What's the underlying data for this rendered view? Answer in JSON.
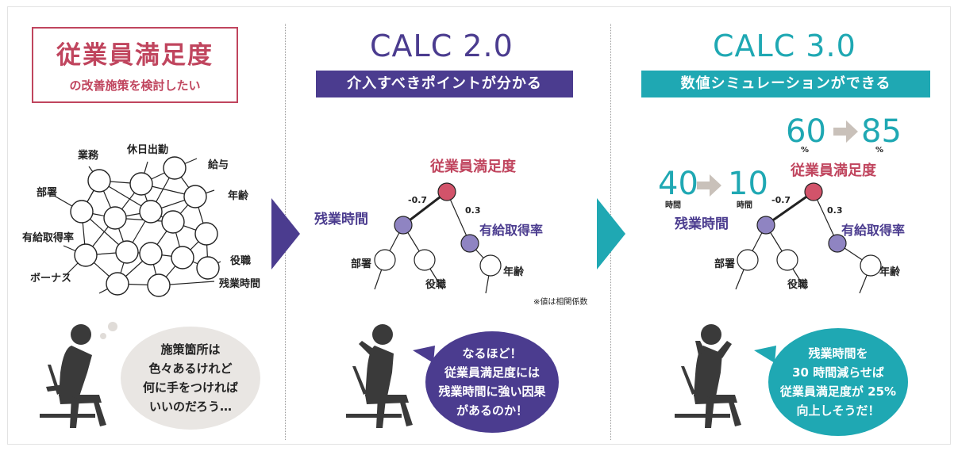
{
  "panel1": {
    "title_big": "従業員満足度",
    "title_small": "の改善施策を検討したい",
    "network_labels": {
      "gyomu": "業務",
      "kyujitsu": "休日出勤",
      "kyuyo": "給与",
      "busho": "部署",
      "nenrei": "年齢",
      "yukyu": "有給取得率",
      "yakushoku": "役職",
      "bonus": "ボーナス",
      "zangyo": "残業時間"
    },
    "bubble_lines": [
      "施策箇所は",
      "色々あるけれど",
      "何に手をつければ",
      "いいのだろう…"
    ]
  },
  "panel2": {
    "title": "CALC 2.0",
    "banner": "介入すべきポイントが分かる",
    "labels": {
      "satisfaction": "従業員満足度",
      "zangyo": "残業時間",
      "yukyu": "有給取得率",
      "busho": "部署",
      "yakushoku": "役職",
      "nenrei": "年齢",
      "coef_left": "-0.7",
      "coef_right": "0.3",
      "note": "※値は相関係数"
    },
    "bubble_lines": [
      "なるほど！",
      "従業員満足度には",
      "残業時間に強い因果",
      "があるのか！"
    ]
  },
  "panel3": {
    "title": "CALC 3.0",
    "banner": "数値シミュレーションができる",
    "sim": {
      "sat_before": "60",
      "sat_after": "85",
      "sat_unit": "%",
      "hours_before": "40",
      "hours_after": "10",
      "hours_unit": "時間"
    },
    "labels": {
      "satisfaction": "従業員満足度",
      "zangyo": "残業時間",
      "yukyu": "有給取得率",
      "busho": "部署",
      "yakushoku": "役職",
      "nenrei": "年齢",
      "coef_left": "-0.7",
      "coef_right": "0.3"
    },
    "bubble_lines": [
      "残業時間を",
      "30 時間減らせば",
      "従業員満足度が 25%",
      "向上しそうだ！"
    ]
  },
  "colors": {
    "crimson": "#c0455e",
    "purple": "#4b3c8f",
    "teal": "#1fa8b3",
    "node_purple": "#8f84c2",
    "node_red": "#d2536a",
    "bubble_gray": "#e9e6e3"
  }
}
